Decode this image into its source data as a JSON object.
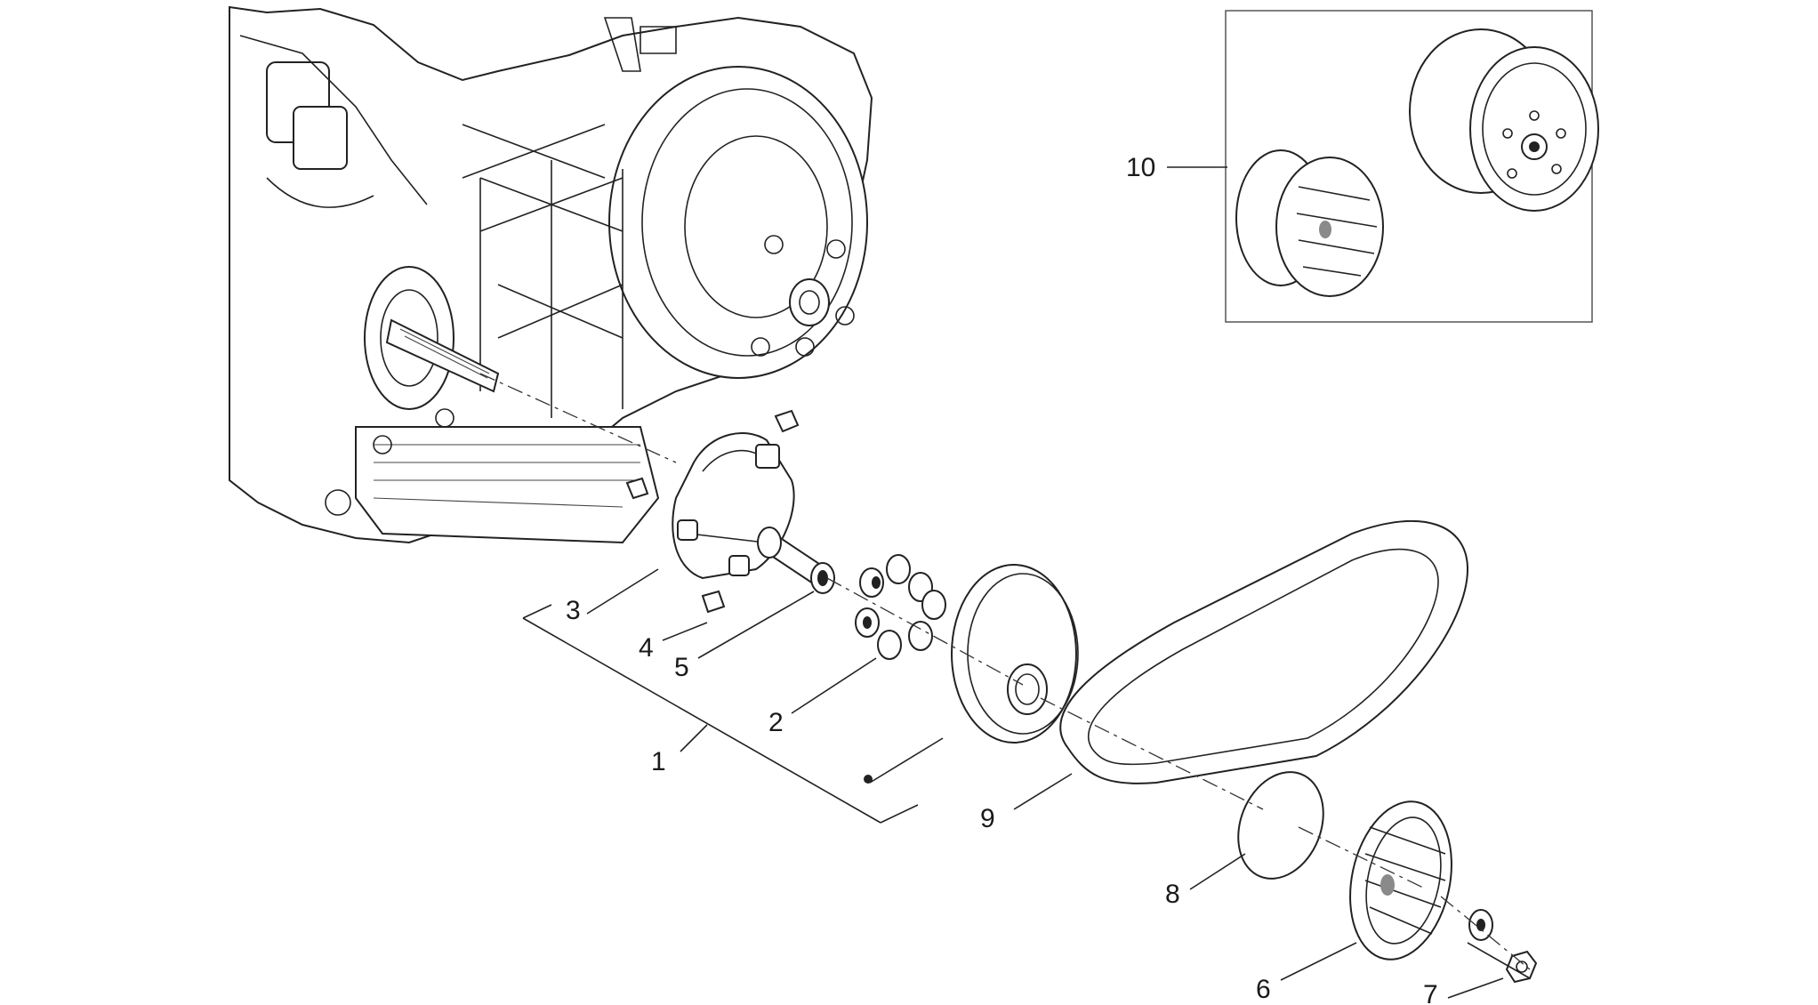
{
  "callouts": {
    "c1": "1",
    "c2": "2",
    "c3": "3",
    "c4": "4",
    "c5": "5",
    "c6": "6",
    "c7": "7",
    "c8": "8",
    "c9": "9",
    "c10": "10"
  },
  "colors": {
    "line": "#222222",
    "background": "#ffffff"
  }
}
